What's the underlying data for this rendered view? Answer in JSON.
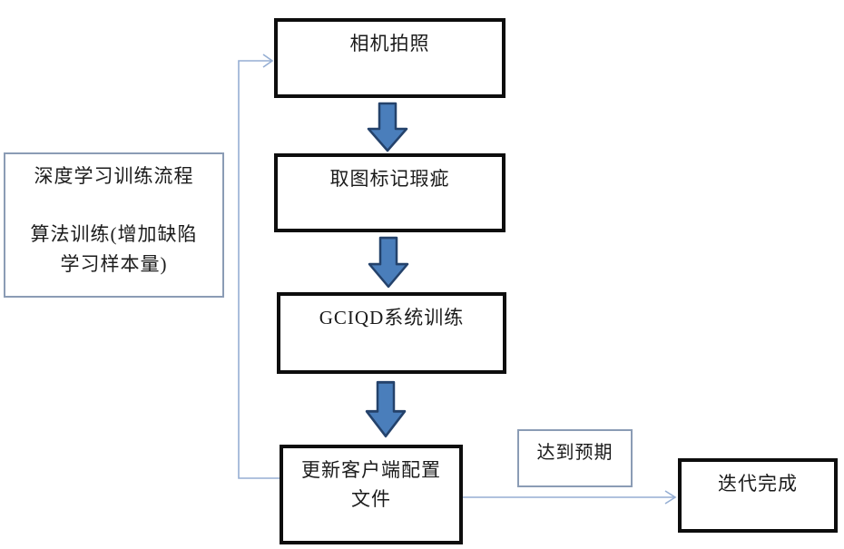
{
  "diagram": {
    "colors": {
      "background": "#ffffff",
      "box_border": "#0d0d0d",
      "thin_border": "#8b9cb5",
      "arrow_fill": "#4a7ebb",
      "arrow_stroke": "#24426b",
      "connector": "#95aed3",
      "text": "#1b1b1b"
    },
    "flow": {
      "step1_label": "相机拍照",
      "step2_label": "取图标记瑕疵",
      "step3_label": "GCIQD系统训练",
      "step4_line1": "更新客户端配置",
      "step4_line2": "文件",
      "condition_label": "达到预期",
      "result_label": "迭代完成"
    },
    "side_panel": {
      "line1": "深度学习训练流程",
      "line2": "算法训练(增加缺陷",
      "line3": "学习样本量)"
    }
  }
}
